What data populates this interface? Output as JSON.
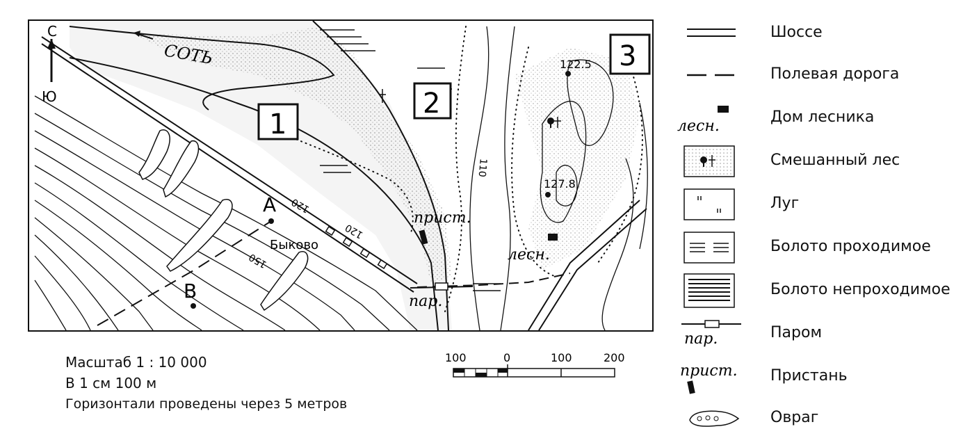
{
  "map": {
    "north_letter": "С",
    "south_letter": "Ю",
    "river_name": "СОТЬ",
    "areas": [
      "1",
      "2",
      "3"
    ],
    "points": {
      "A": "А",
      "B": "В"
    },
    "village": "Быково",
    "elevations": [
      "122.5",
      "127.8"
    ],
    "contours": [
      "120",
      "110",
      "150",
      "120"
    ],
    "forester_label_1": "лесн.",
    "pier_label": "прист.",
    "ferry_label": "пар."
  },
  "legend": {
    "items": [
      {
        "symbol": "highway",
        "label": "Шоссе"
      },
      {
        "symbol": "field-road",
        "label": "Полевая дорога"
      },
      {
        "symbol": "forester-house",
        "label": "Дом лесника",
        "symbol_text": "лесн."
      },
      {
        "symbol": "mixed-forest",
        "label": "Смешанный лес"
      },
      {
        "symbol": "meadow",
        "label": "Луг"
      },
      {
        "symbol": "passable-swamp",
        "label": "Болото проходимое"
      },
      {
        "symbol": "impassable-swamp",
        "label": "Болото непроходимое"
      },
      {
        "symbol": "ferry",
        "label": "Паром",
        "symbol_text": "пар."
      },
      {
        "symbol": "pier",
        "label": "Пристань",
        "symbol_text": "прист."
      },
      {
        "symbol": "ravine",
        "label": "Овраг"
      }
    ]
  },
  "scale": {
    "line1": "Масштаб 1 : 10 000",
    "line2": "В 1 см 100 м",
    "line3": "Горизонтали проведены через 5 метров",
    "bar_labels": [
      "100",
      "0",
      "100",
      "200"
    ]
  }
}
